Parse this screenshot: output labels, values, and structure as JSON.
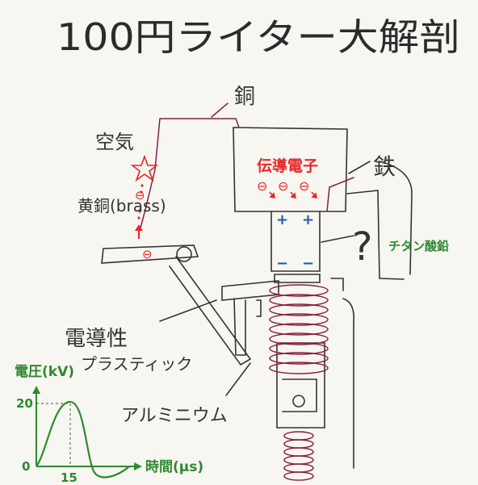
{
  "title": "100円ライター大解剖",
  "labels": {
    "copper": "銅",
    "air": "空気",
    "brass": "黄銅(brass)",
    "conduction_electrons": "伝導電子",
    "iron": "鉄",
    "lead_titanate": "チタン酸鉛",
    "question": "?",
    "conductive_plastic_line1": "電導性",
    "conductive_plastic_line2": "プラスティック",
    "aluminium": "アルミニウム",
    "electron_symbol": "⊖",
    "plus": "+",
    "minus": "−"
  },
  "graph": {
    "ylabel": "電圧(kV)",
    "xlabel": "時間(μs)",
    "ytick_max": "20",
    "origin": "0",
    "xtick": "15"
  },
  "colors": {
    "ink": "#2b2b2b",
    "wire": "#8a1f3c",
    "red": "#e8262a",
    "blue": "#1a5bb5",
    "green": "#2e8a2e"
  }
}
